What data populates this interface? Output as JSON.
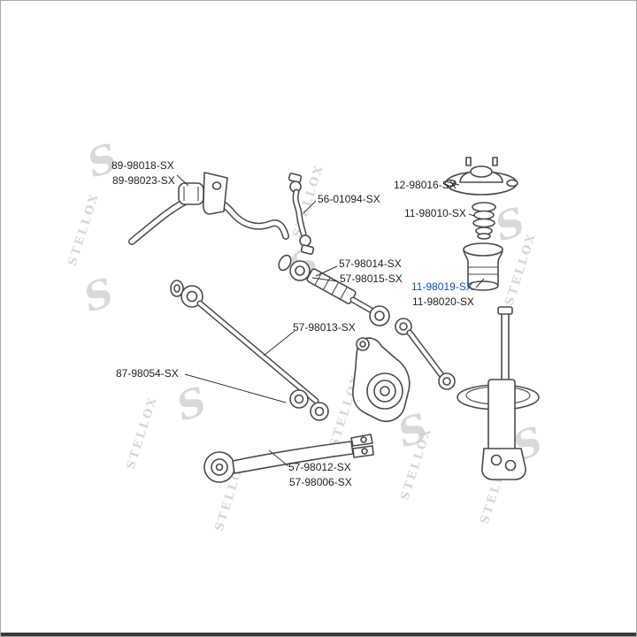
{
  "page": {
    "background": "#ffffff",
    "border_color": "#a8a8a8"
  },
  "watermark": {
    "text": "STELLOX",
    "logo_letter": "S",
    "color": "#c9c9c9"
  },
  "labels": [
    {
      "text": "89-98018-SX",
      "color": "#1f1f1f"
    },
    {
      "text": "89-98023-SX",
      "color": "#1f1f1f"
    },
    {
      "text": "56-01094-SX",
      "color": "#1f1f1f"
    },
    {
      "text": "12-98016-SX",
      "color": "#1f1f1f"
    },
    {
      "text": "11-98010-SX",
      "color": "#1f1f1f"
    },
    {
      "text": "57-98014-SX",
      "color": "#1f1f1f"
    },
    {
      "text": "57-98015-SX",
      "color": "#1f1f1f"
    },
    {
      "text": "11-98019-SX",
      "color": "#0a52c8"
    },
    {
      "text": "11-98020-SX",
      "color": "#1f1f1f"
    },
    {
      "text": "57-98013-SX",
      "color": "#1f1f1f"
    },
    {
      "text": "87-98054-SX",
      "color": "#1f1f1f"
    },
    {
      "text": "57-98012-SX",
      "color": "#1f1f1f"
    },
    {
      "text": "57-98006-SX",
      "color": "#1f1f1f"
    }
  ]
}
